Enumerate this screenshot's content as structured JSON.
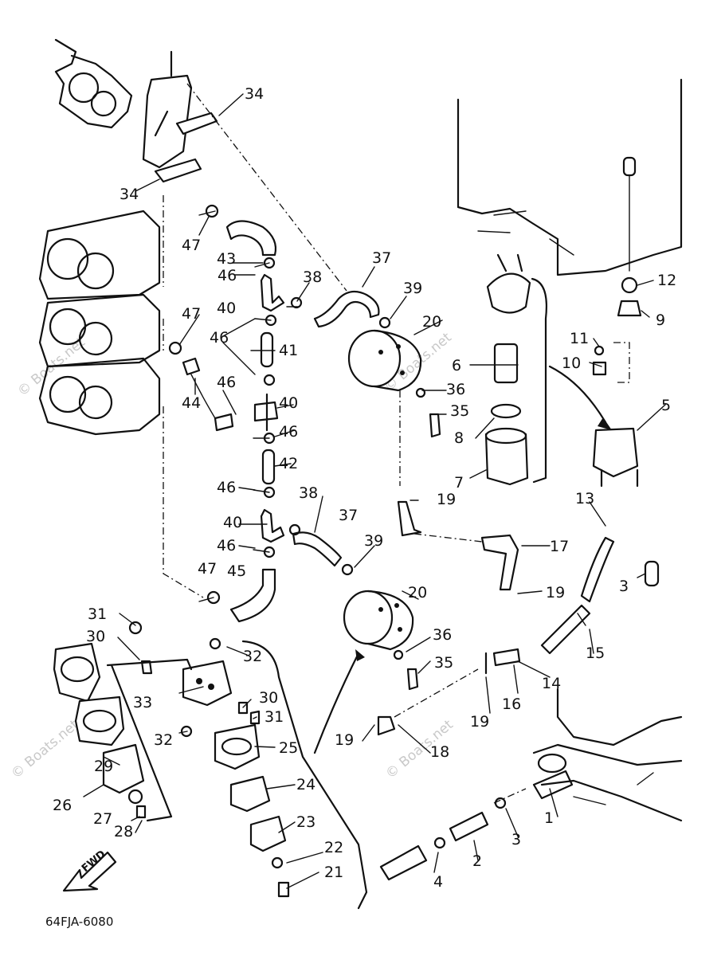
{
  "diagram": {
    "code": "64FJA-6080",
    "forward_label": "FWD",
    "watermark": "© Boats.net",
    "callouts": [
      "1",
      "2",
      "3",
      "4",
      "5",
      "6",
      "7",
      "8",
      "9",
      "10",
      "11",
      "12",
      "13",
      "14",
      "15",
      "16",
      "17",
      "18",
      "19",
      "20",
      "21",
      "22",
      "23",
      "24",
      "25",
      "26",
      "27",
      "28",
      "29",
      "30",
      "31",
      "32",
      "33",
      "34",
      "35",
      "36",
      "37",
      "38",
      "39",
      "40",
      "41",
      "42",
      "43",
      "44",
      "45",
      "46",
      "47"
    ]
  }
}
